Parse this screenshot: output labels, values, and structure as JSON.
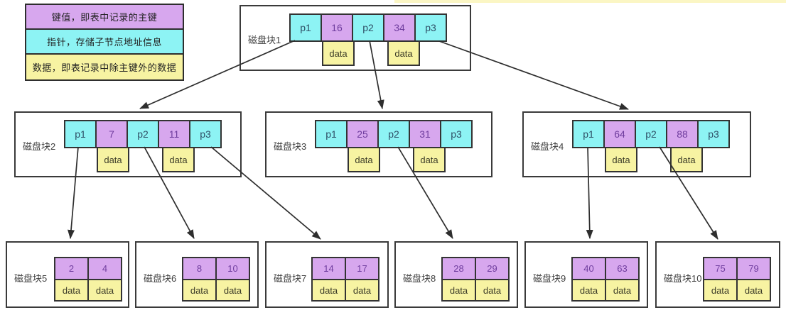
{
  "legend": {
    "items": [
      {
        "text": "键值，即表中记录的主键",
        "color": "#d7a7ee",
        "meaning": "key"
      },
      {
        "text": "指针，存储子节点地址信息",
        "color": "#8df3f4",
        "meaning": "pointer"
      },
      {
        "text": "数据，即表记录中除主键外的数据",
        "color": "#f7f3a2",
        "meaning": "data"
      }
    ]
  },
  "labels": {
    "data": "data"
  },
  "colors": {
    "key_fill": "#d7a7ee",
    "pointer_fill": "#8df3f4",
    "data_fill": "#f7f3a2",
    "border": "#333333",
    "arrow": "#2e2e2e"
  },
  "blocks": {
    "b1": {
      "label": "磁盘块1",
      "cells": [
        "p1",
        "16",
        "p2",
        "34",
        "p3"
      ]
    },
    "b2": {
      "label": "磁盘块2",
      "cells": [
        "p1",
        "7",
        "p2",
        "11",
        "p3"
      ]
    },
    "b3": {
      "label": "磁盘块3",
      "cells": [
        "p1",
        "25",
        "p2",
        "31",
        "p3"
      ]
    },
    "b4": {
      "label": "磁盘块4",
      "cells": [
        "p1",
        "64",
        "p2",
        "88",
        "p3"
      ]
    },
    "b5": {
      "label": "磁盘块5",
      "keys": [
        "2",
        "4"
      ]
    },
    "b6": {
      "label": "磁盘块6",
      "keys": [
        "8",
        "10"
      ]
    },
    "b7": {
      "label": "磁盘块7",
      "keys": [
        "14",
        "17"
      ]
    },
    "b8": {
      "label": "磁盘块8",
      "keys": [
        "28",
        "29"
      ]
    },
    "b9": {
      "label": "磁盘块9",
      "keys": [
        "40",
        "63"
      ]
    },
    "b10": {
      "label": "磁盘块10",
      "keys": [
        "75",
        "79"
      ]
    }
  },
  "edges": [
    {
      "from": "磁盘块1.p1",
      "to": "磁盘块2"
    },
    {
      "from": "磁盘块1.p2",
      "to": "磁盘块3"
    },
    {
      "from": "磁盘块1.p3",
      "to": "磁盘块4"
    },
    {
      "from": "磁盘块2.p1",
      "to": "磁盘块5"
    },
    {
      "from": "磁盘块2.p2",
      "to": "磁盘块6"
    },
    {
      "from": "磁盘块2.p3",
      "to": "磁盘块7"
    },
    {
      "from": "磁盘块3.p2",
      "to": "磁盘块8"
    },
    {
      "from": "磁盘块4.p1",
      "to": "磁盘块9"
    },
    {
      "from": "磁盘块4.p2",
      "to": "磁盘块10"
    }
  ]
}
